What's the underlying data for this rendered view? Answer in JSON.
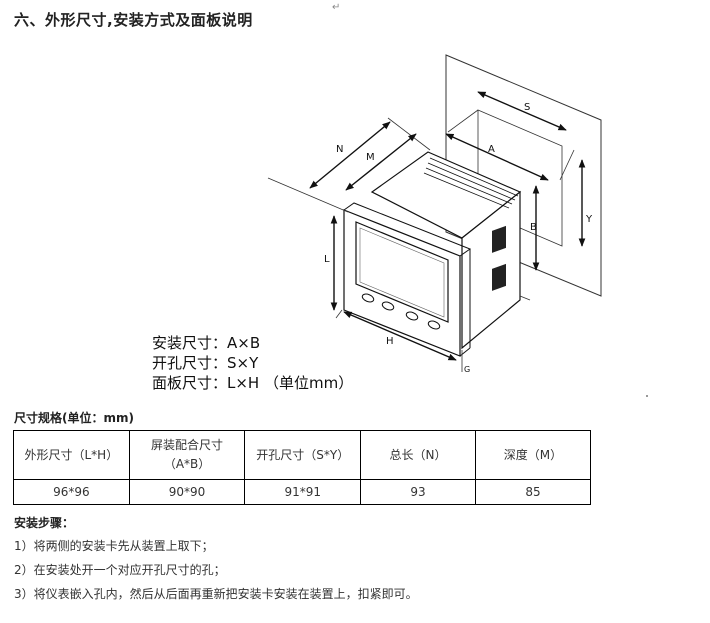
{
  "heading": "六、外形尺寸,安装方式及面板说明",
  "diagram": {
    "dim_labels": {
      "S": "S",
      "Y": "Y",
      "A": "A",
      "B": "B",
      "N": "N",
      "M": "M",
      "L": "L",
      "H": "H",
      "G": "G"
    },
    "legend": [
      "安装尺寸：A×B",
      "开孔尺寸：S×Y",
      "面板尺寸：L×H （单位mm）"
    ]
  },
  "spec": {
    "title": "尺寸规格(单位：mm)",
    "headers": [
      "外形尺寸（L*H）",
      "屏装配合尺寸（A*B）",
      "开孔尺寸（S*Y）",
      "总长（N）",
      "深度（M）"
    ],
    "values": [
      "96*96",
      "90*90",
      "91*91",
      "93",
      "85"
    ]
  },
  "install": {
    "title": "安装步骤：",
    "steps": [
      "1）将两侧的安装卡先从装置上取下；",
      "2）在安装处开一个对应开孔尺寸的孔；",
      "3）将仪表嵌入孔内，然后从后面再重新把安装卡安装在装置上，扣紧即可。"
    ]
  }
}
